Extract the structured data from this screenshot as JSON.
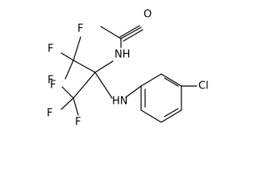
{
  "diagram": {
    "type": "chemical-structure",
    "atom_labels": {
      "oxygen": "O",
      "amide_nitrogen": "NH",
      "amine_nitrogen": "HN",
      "chlorine": "Cl",
      "fluorine_1": "F",
      "fluorine_2": "F",
      "fluorine_3": "F",
      "fluorine_4": "F",
      "fluorine_5": "F",
      "fluorine_6": "F"
    },
    "colors": {
      "bond": "#000000",
      "label": "#000000",
      "background": "#ffffff"
    }
  }
}
